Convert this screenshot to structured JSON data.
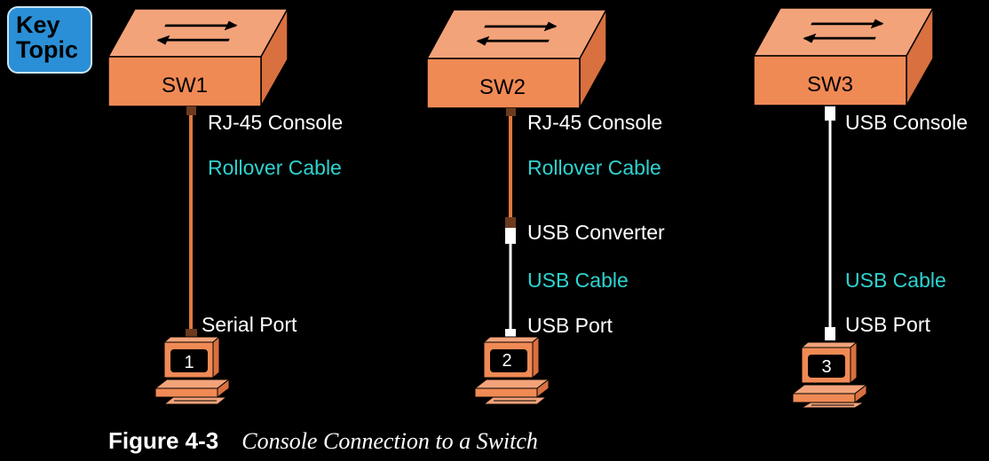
{
  "badge": {
    "line1": "Key",
    "line2": "Topic"
  },
  "switches": [
    {
      "name": "SW1",
      "port_label": "RJ-45 Console",
      "cable1_label": "Rollover Cable",
      "pc_port_label": "Serial Port",
      "pc_number": "1"
    },
    {
      "name": "SW2",
      "port_label": "RJ-45 Console",
      "cable1_label": "Rollover Cable",
      "converter_label": "USB Converter",
      "cable2_label": "USB Cable",
      "pc_port_label": "USB Port",
      "pc_number": "2"
    },
    {
      "name": "SW3",
      "port_label": "USB Console",
      "cable2_label": "USB Cable",
      "pc_port_label": "USB Port",
      "pc_number": "3"
    }
  ],
  "caption": {
    "figure": "Figure 4-3",
    "title": "Console Connection to a Switch"
  },
  "colors": {
    "switch": "#f08a55",
    "switch_top": "#f3a37a",
    "rollover": "#e07840",
    "usb": "#ffffff",
    "connector": "#6b3a1e",
    "cable_text": "#2ed3d0",
    "badge": "#2a8fd6"
  }
}
